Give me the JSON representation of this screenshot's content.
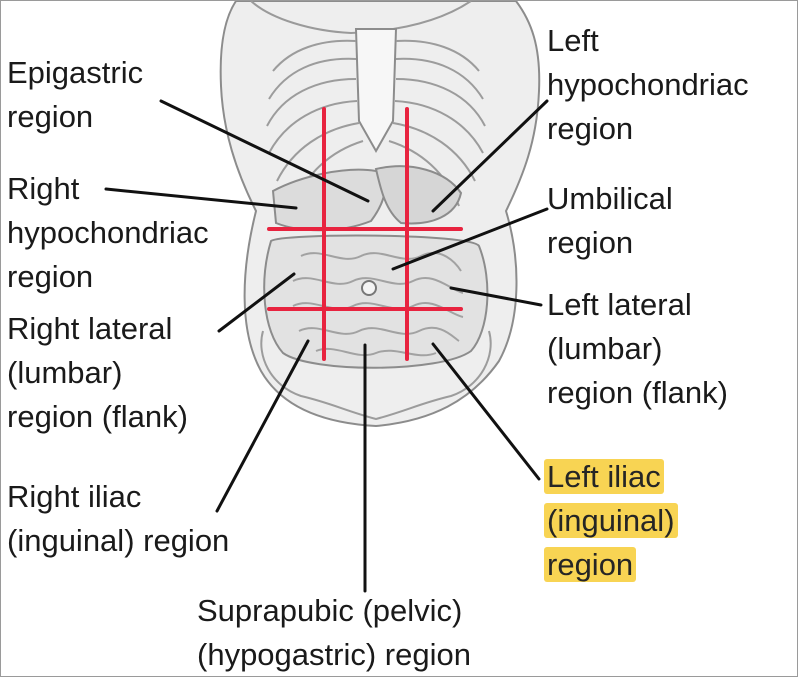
{
  "labels": {
    "epigastric": [
      "Epigastric",
      "region"
    ],
    "right_hypochondriac": [
      "Right",
      "hypochondriac",
      "region"
    ],
    "right_lateral": [
      "Right lateral",
      "(lumbar)",
      "region (flank)"
    ],
    "right_iliac": [
      "Right iliac",
      "(inguinal) region"
    ],
    "suprapubic": [
      "Suprapubic (pelvic)",
      "(hypogastric) region"
    ],
    "left_hypochondriac": [
      "Left",
      "hypochondriac",
      "region"
    ],
    "umbilical": [
      "Umbilical",
      "region"
    ],
    "left_lateral": [
      "Left lateral",
      "(lumbar)",
      "region (flank)"
    ],
    "left_iliac": [
      "Left iliac",
      "(inguinal)",
      "region"
    ]
  },
  "colors": {
    "grid_lines": "#e8233f",
    "leader_lines": "#111111",
    "highlight": "#f8d24a",
    "anatomy_fill": "#e9e9e9",
    "anatomy_stroke": "#8c8c8c"
  },
  "highlighted_label": "left_iliac"
}
